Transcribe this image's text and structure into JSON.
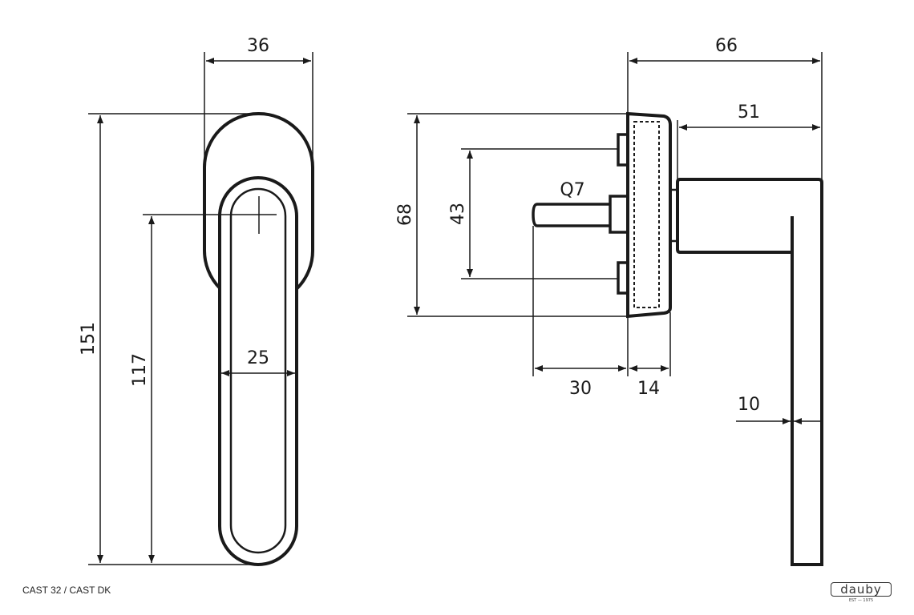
{
  "caption": "CAST 32 / CAST DK",
  "logo": {
    "name": "dauby",
    "tagline": "EST — 1975"
  },
  "dimensions": {
    "rosette_width": "36",
    "total_height": "151",
    "spindle_to_bottom": "117",
    "lever_width": "25",
    "total_depth": "66",
    "lever_projection": "51",
    "rosette_height": "68",
    "screw_spacing": "43",
    "spindle": "Q7",
    "spindle_length": "30",
    "rosette_depth": "14",
    "lever_thickness": "10"
  },
  "colors": {
    "line": "#1a1a1a"
  }
}
